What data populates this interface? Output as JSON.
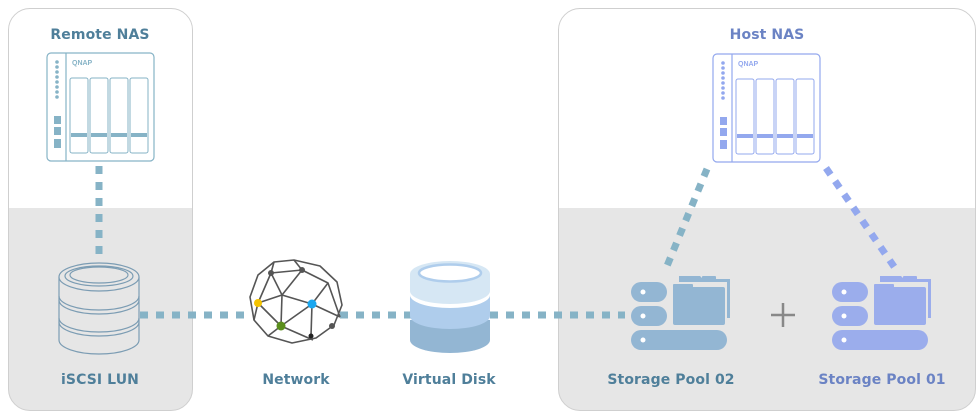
{
  "diagram": {
    "title": "iSCSI LUN as Virtual Disk expanding Storage Pool",
    "panels": {
      "remote": {
        "title": "Remote NAS",
        "brand": "QNAP"
      },
      "host": {
        "title": "Host NAS",
        "brand": "QNAP"
      }
    },
    "nodes": {
      "iscsi_lun": {
        "label": "iSCSI LUN",
        "icon": "database-outline-icon"
      },
      "network": {
        "label": "Network",
        "icon": "network-globe-icon"
      },
      "virtual_disk": {
        "label": "Virtual Disk",
        "icon": "virtual-disk-icon"
      },
      "pool_02": {
        "label": "Storage Pool 02",
        "icon": "storage-pool-icon"
      },
      "pool_01": {
        "label": "Storage Pool 01",
        "icon": "storage-pool-icon"
      }
    },
    "operator": "+",
    "colors": {
      "teal_text": "#4f7f9a",
      "violet_text": "#6b83c4",
      "teal_link": "#86b3c6",
      "violet_link": "#93a8ee",
      "pool_02_fill": "#93b6d3",
      "pool_01_fill": "#9badec",
      "panel_gray": "#e6e6e6",
      "node_yellow": "#f5c400",
      "node_blue": "#1aa7f0",
      "node_green": "#5a8e1c"
    }
  }
}
